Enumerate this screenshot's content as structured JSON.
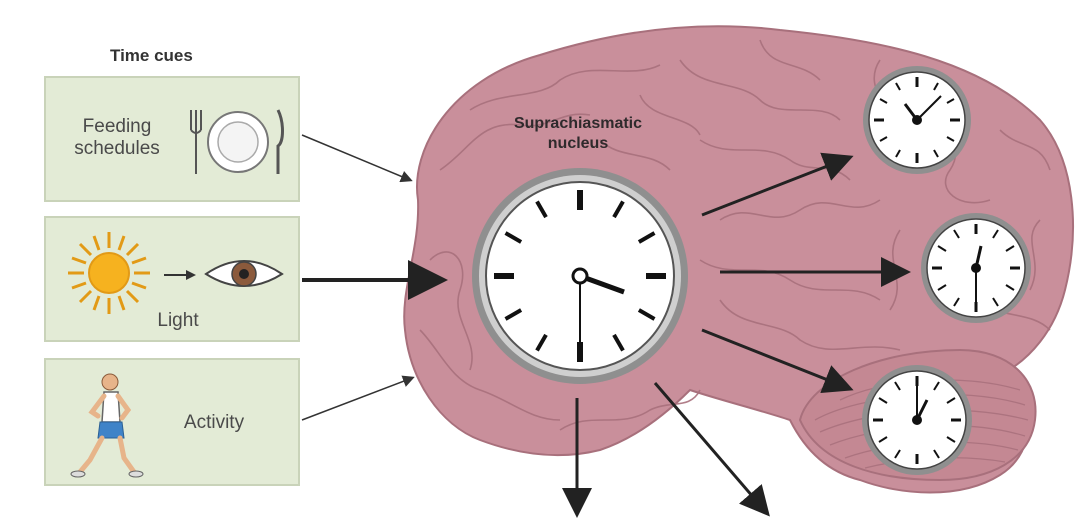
{
  "cues": {
    "title": "Time cues",
    "feeding_line1": "Feeding",
    "feeding_line2": "schedules",
    "light": "Light",
    "activity": "Activity"
  },
  "scn": {
    "line1": "Suprachiasmatic",
    "line2": "nucleus"
  },
  "colors": {
    "brain": "#c98f9b",
    "brain_dark": "#a8707c",
    "cue_box": "#e3ebd6",
    "arrow": "#222222"
  }
}
